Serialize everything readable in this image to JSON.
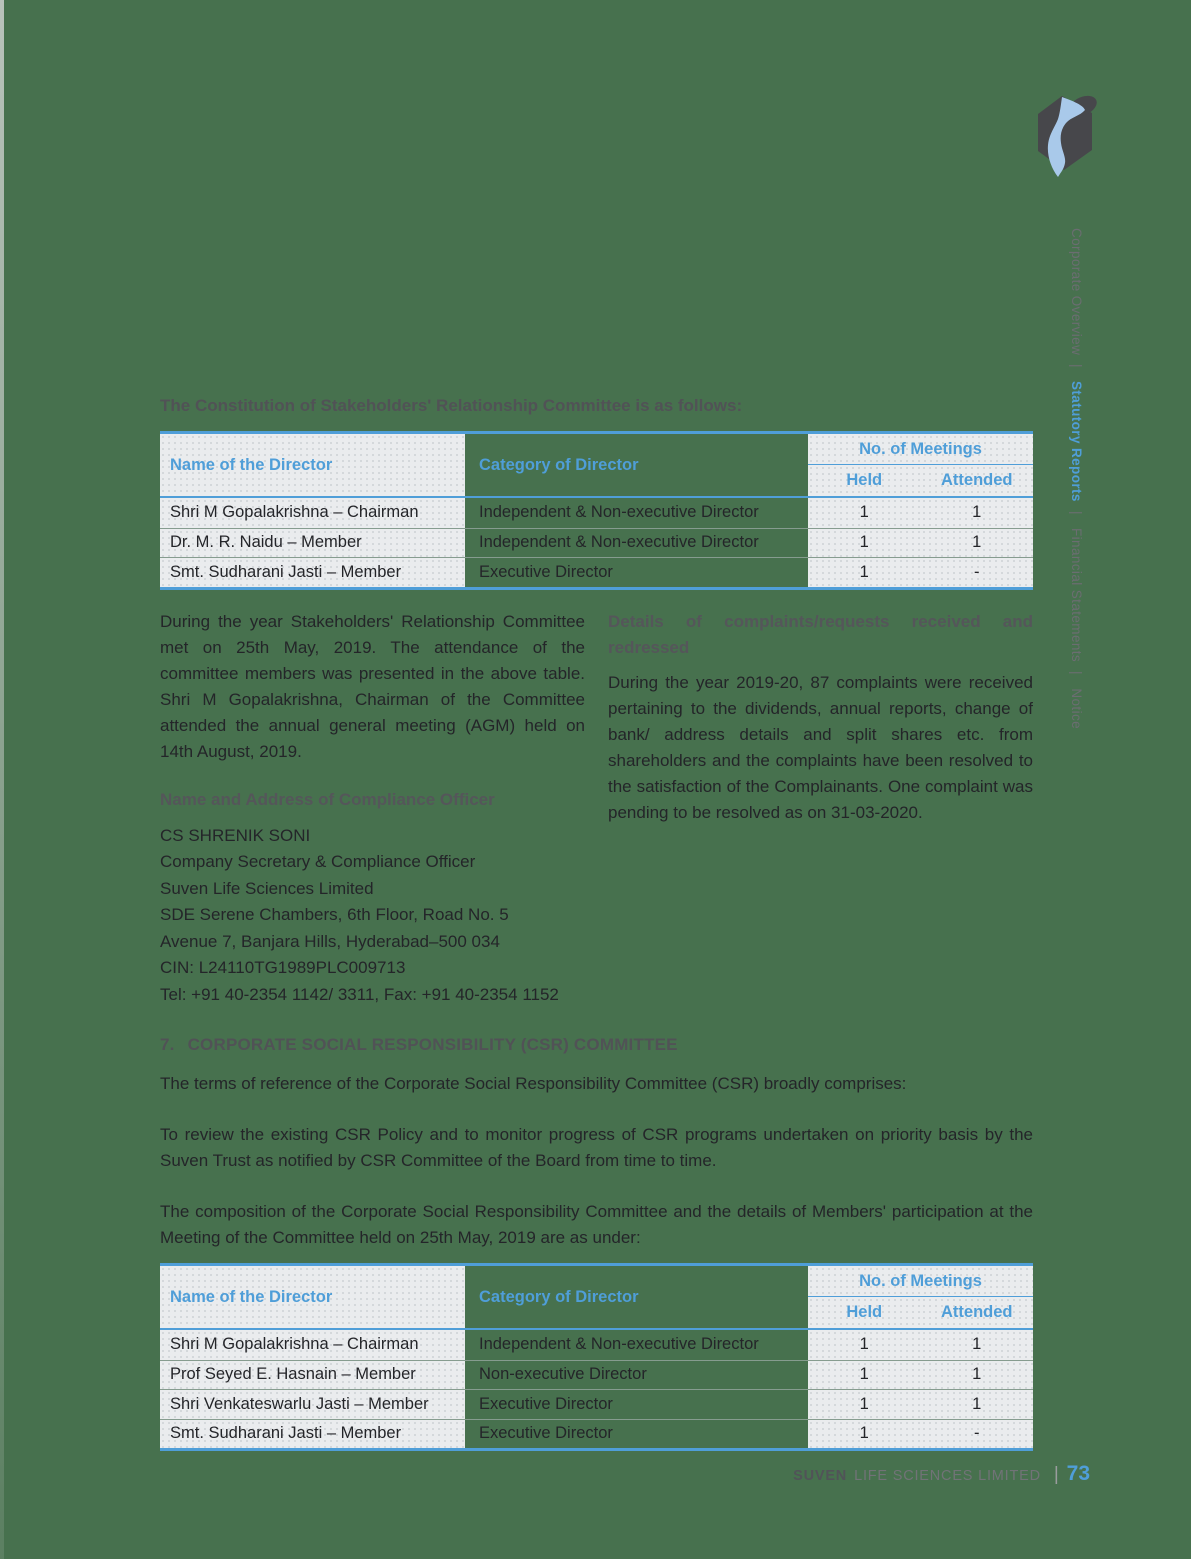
{
  "colors": {
    "page_background": "#47714e",
    "accent_blue": "#4f9ed8",
    "table_cell_gray": "#eaecee",
    "heading_gray": "#515256",
    "body_text": "#242529",
    "logo_dark": "#47474b",
    "logo_light_blue": "#a9c9ea"
  },
  "logo": {
    "name": "suven-logo"
  },
  "sidebar": {
    "separator": "|",
    "items": [
      {
        "label": "Corporate Overview",
        "active": false
      },
      {
        "label": "Statutory Reports",
        "active": true
      },
      {
        "label": "Financial Statements",
        "active": false
      },
      {
        "label": "Notice",
        "active": false
      }
    ]
  },
  "stakeholders": {
    "intro_heading": "The Constitution of Stakeholders' Relationship Committee is as follows:",
    "left_paragraph": "During the year Stakeholders' Relationship Committee met on 25th May, 2019. The attendance of the committee members was presented in the above table. Shri M Gopalakrishna, Chairman of the Committee attended the annual general meeting (AGM) held on 14th August, 2019.",
    "complaints_heading": "Details of complaints/requests received and redressed",
    "complaints_paragraph": "During the year 2019-20, 87 complaints were received pertaining to the dividends, annual reports, change of bank/ address details and split shares etc. from shareholders and the complaints have been resolved to the satisfaction of the Complainants. One complaint was pending to be resolved as on 31-03-2020.",
    "compliance_heading": "Name and Address of Compliance Officer",
    "compliance_lines": [
      "CS SHRENIK SONI",
      "Company Secretary & Compliance Officer",
      "Suven Life Sciences Limited",
      "SDE Serene Chambers, 6th Floor, Road No. 5",
      "Avenue 7, Banjara Hills, Hyderabad–500 034",
      "CIN: L24110TG1989PLC009713",
      "Tel: +91 40-2354 1142/ 3311, Fax: +91 40-2354 1152"
    ]
  },
  "csr": {
    "heading_number": "7.",
    "heading_text": "CORPORATE SOCIAL RESPONSIBILITY (CSR) COMMITTEE",
    "paragraphs": [
      "The terms of reference of the Corporate Social Responsibility Committee (CSR) broadly comprises:",
      "To review the existing CSR Policy and to monitor progress of CSR programs undertaken on priority basis by the Suven Trust as notified by CSR Committee of the Board from time to time.",
      "The composition of the Corporate Social Responsibility Committee and the details of Members' participation at the Meeting of the Committee held on 25th May, 2019 are as under:"
    ]
  },
  "tables": {
    "headers": {
      "name": "Name of the Director",
      "category": "Category of Director",
      "meetings": "No. of Meetings",
      "held": "Held",
      "attended": "Attended"
    },
    "stakeholders_rows": [
      {
        "name": "Shri M Gopalakrishna – Chairman",
        "category": "Independent & Non-executive Director",
        "held": "1",
        "attended": "1"
      },
      {
        "name": "Dr. M. R. Naidu – Member",
        "category": "Independent & Non-executive Director",
        "held": "1",
        "attended": "1"
      },
      {
        "name": "Smt. Sudharani Jasti – Member",
        "category": "Executive Director",
        "held": "1",
        "attended": "-"
      }
    ],
    "csr_rows": [
      {
        "name": "Shri M Gopalakrishna – Chairman",
        "category": "Independent & Non-executive Director",
        "held": "1",
        "attended": "1"
      },
      {
        "name": "Prof Seyed E. Hasnain – Member",
        "category": "Non-executive Director",
        "held": "1",
        "attended": "1"
      },
      {
        "name": "Shri Venkateswarlu Jasti – Member",
        "category": "Executive Director",
        "held": "1",
        "attended": "1"
      },
      {
        "name": "Smt. Sudharani Jasti  – Member",
        "category": "Executive Director",
        "held": "1",
        "attended": "-"
      }
    ]
  },
  "footer": {
    "brand_bold": "SUVEN",
    "brand_rest": "LIFE SCIENCES LIMITED",
    "separator": "|",
    "page_number": "73"
  }
}
